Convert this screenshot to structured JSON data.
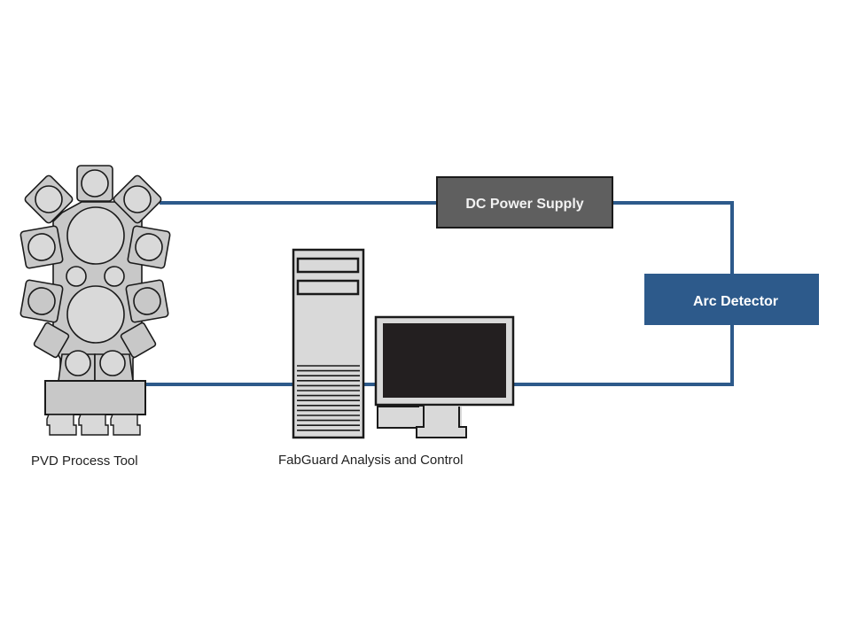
{
  "diagram": {
    "nodes": {
      "pvd_tool": {
        "label": "PVD Process Tool"
      },
      "fabguard": {
        "label": "FabGuard Analysis and Control"
      },
      "dc_power": {
        "label": "DC Power Supply"
      },
      "arc_detector": {
        "label": "Arc Detector"
      }
    },
    "connections": [
      {
        "from": "PVD Process Tool",
        "to": "DC Power Supply"
      },
      {
        "from": "DC Power Supply",
        "to": "Arc Detector"
      },
      {
        "from": "Arc Detector",
        "to": "FabGuard Analysis and Control"
      },
      {
        "from": "FabGuard Analysis and Control",
        "to": "PVD Process Tool"
      }
    ],
    "colors": {
      "link": "#2d5a8b",
      "arc_detector_fill": "#2d5a8b",
      "dc_power_fill": "#5f5f5f",
      "equipment_fill": "#c8c8c8",
      "equipment_light": "#d9d9d9",
      "outline": "#1a1a1a",
      "screen": "#231f20"
    }
  }
}
